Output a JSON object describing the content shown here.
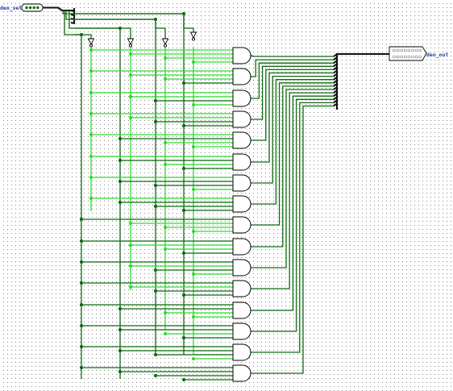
{
  "diagram": {
    "title": "",
    "input_pin": {
      "label": "deo_sel",
      "bits": 4,
      "value": "0000"
    },
    "output_pin": {
      "label": "deo_out",
      "bits": 16,
      "value": "0000000000000000"
    },
    "inverters": 4,
    "and_gates": 16,
    "colors": {
      "low_wire": "#0f6b12",
      "high_wire": "#2fdc2f",
      "bus": "#101010",
      "label": "#1f3fa8"
    }
  }
}
